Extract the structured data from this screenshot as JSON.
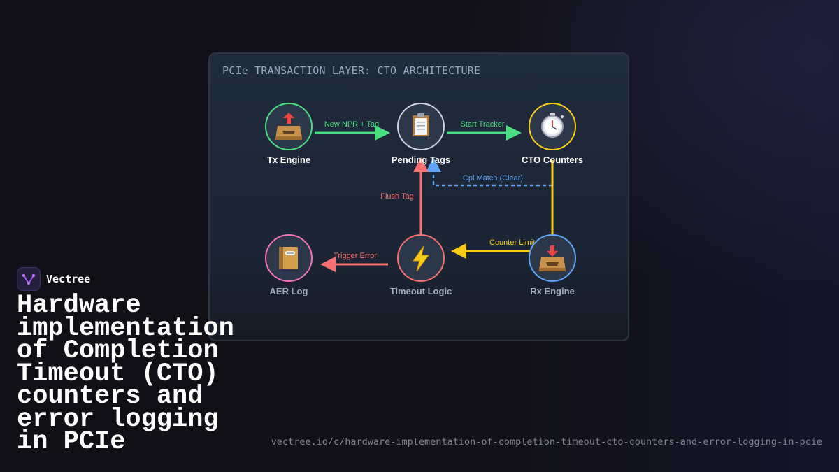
{
  "diagram": {
    "title": "PCIe TRANSACTION LAYER: CTO ARCHITECTURE",
    "nodes": {
      "tx_engine": {
        "label": "Tx Engine",
        "icon": "outbox-tray-icon",
        "ring_color": "#4ade80"
      },
      "pending_tags": {
        "label": "Pending Tags",
        "icon": "clipboard-icon",
        "ring_color": "#cbd5e1"
      },
      "cto_counters": {
        "label": "CTO Counters",
        "icon": "stopwatch-icon",
        "ring_color": "#facc15"
      },
      "aer_log": {
        "label": "AER Log",
        "icon": "notebook-icon",
        "ring_color": "#f472b6"
      },
      "timeout_logic": {
        "label": "Timeout Logic",
        "icon": "lightning-icon",
        "ring_color": "#f87171"
      },
      "rx_engine": {
        "label": "Rx Engine",
        "icon": "inbox-tray-icon",
        "ring_color": "#60a5fa"
      }
    },
    "edges": {
      "new_npr": {
        "label": "New NPR + Tag",
        "color": "#4ade80"
      },
      "start_tracker": {
        "label": "Start Tracker",
        "color": "#4ade80"
      },
      "cpl_match": {
        "label": "Cpl Match (Clear)",
        "color": "#60a5fa"
      },
      "counter_limit": {
        "label": "Counter Limit",
        "color": "#facc15"
      },
      "flush_tag": {
        "label": "Flush Tag",
        "color": "#f87171"
      },
      "trigger_error": {
        "label": "Trigger Error",
        "color": "#f87171"
      }
    }
  },
  "brand": {
    "name": "Vectree",
    "logo_icon": "vectree-logo-icon"
  },
  "headline": "Hardware implementation of Completion Timeout (CTO) counters and error logging in PCIe",
  "url": "vectree.io/c/hardware-implementation-of-completion-timeout-cto-counters-and-error-logging-in-pcie"
}
